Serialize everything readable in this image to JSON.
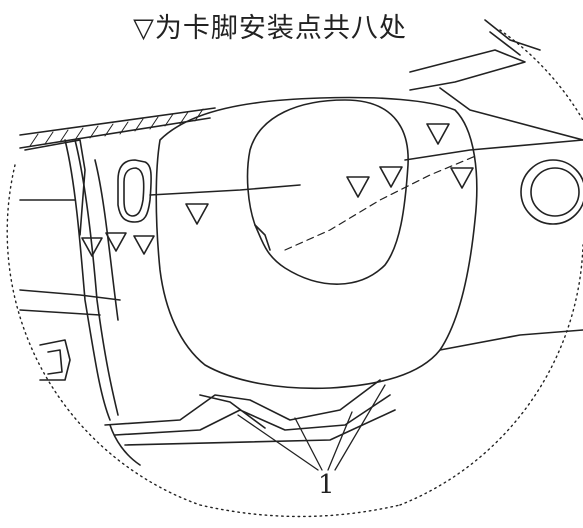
{
  "caption": "▽为卡脚安装点共八处",
  "callout_label": "1",
  "clip_markers_count": 8,
  "colors": {
    "line": "#222222",
    "background": "#ffffff"
  }
}
